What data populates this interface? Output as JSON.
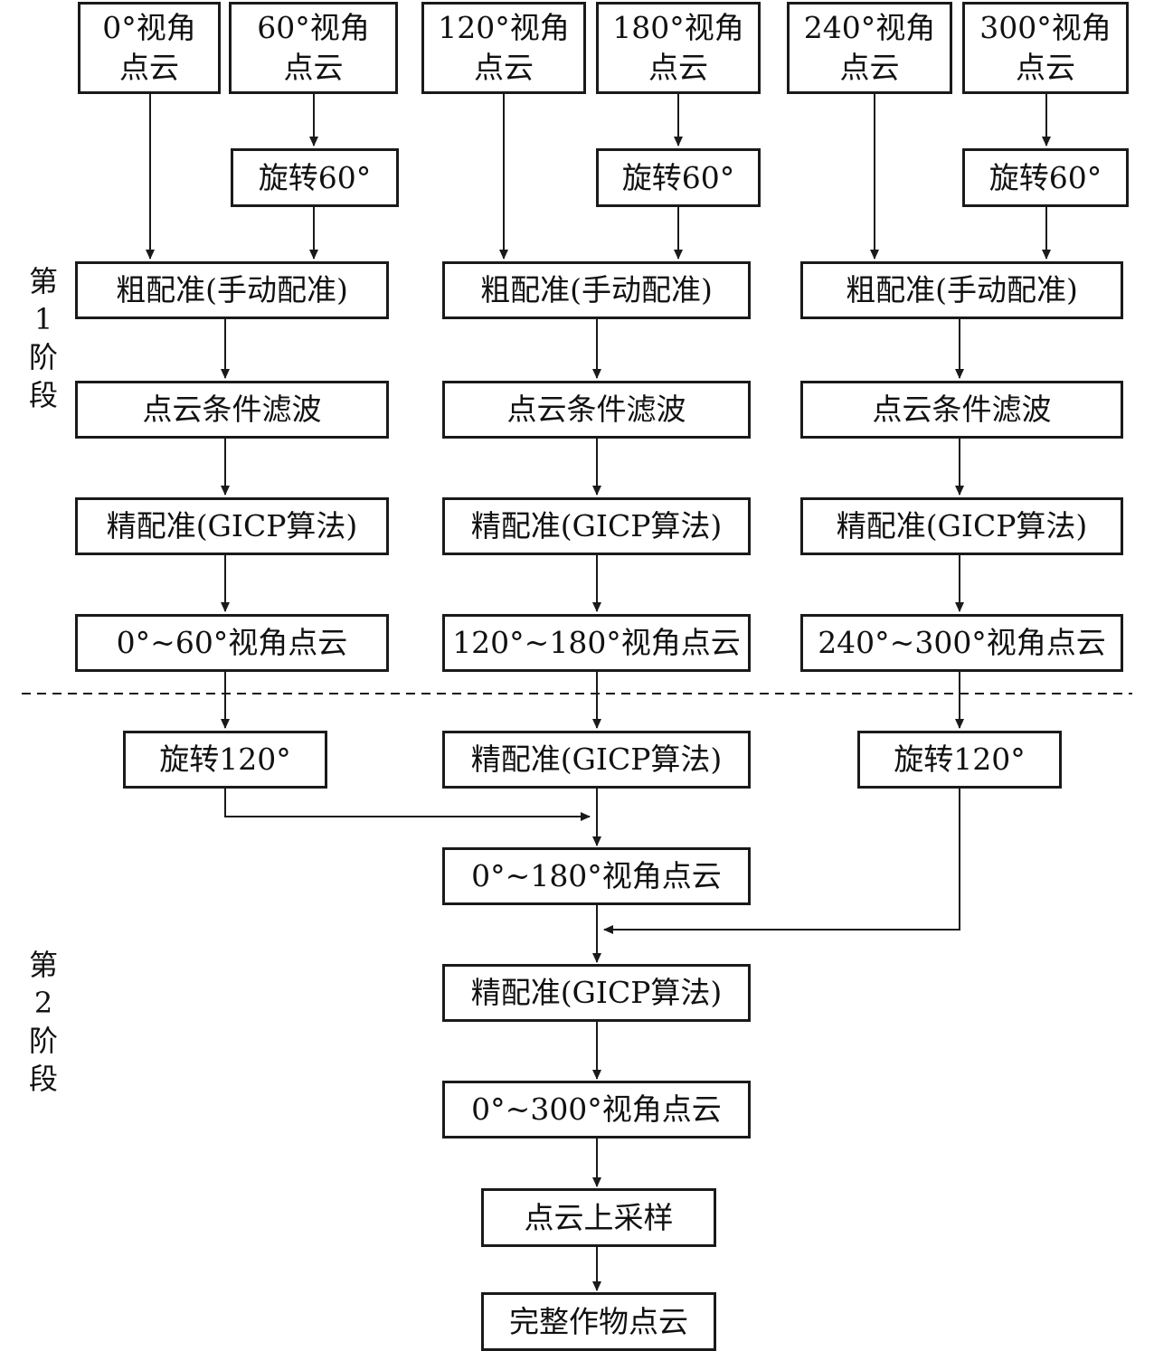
{
  "stage_labels": {
    "stage1": [
      "第",
      "1",
      "阶",
      "段"
    ],
    "stage2": [
      "第",
      "2",
      "阶",
      "段"
    ]
  },
  "views": {
    "v0": [
      "0°视角",
      "点云"
    ],
    "v60": [
      "60°视角",
      "点云"
    ],
    "v120": [
      "120°视角",
      "点云"
    ],
    "v180": [
      "180°视角",
      "点云"
    ],
    "v240": [
      "240°视角",
      "点云"
    ],
    "v300": [
      "300°视角",
      "点云"
    ]
  },
  "stage1": {
    "rotate_60": "旋转60°",
    "coarse_registration": "粗配准(手动配准)",
    "conditional_filter": "点云条件滤波",
    "fine_registration": "精配准(GICP算法)",
    "result_0_60": "0°~60°视角点云",
    "result_120_180": "120°~180°视角点云",
    "result_240_300": "240°~300°视角点云"
  },
  "stage2": {
    "rotate_120": "旋转120°",
    "fine_registration": "精配准(GICP算法)",
    "result_0_180": "0°~180°视角点云",
    "result_0_300": "0°~300°视角点云",
    "upsampling": "点云上采样",
    "complete_point_cloud": "完整作物点云"
  },
  "colors": {
    "stroke": "#1a1a1a",
    "background": "#ffffff"
  }
}
